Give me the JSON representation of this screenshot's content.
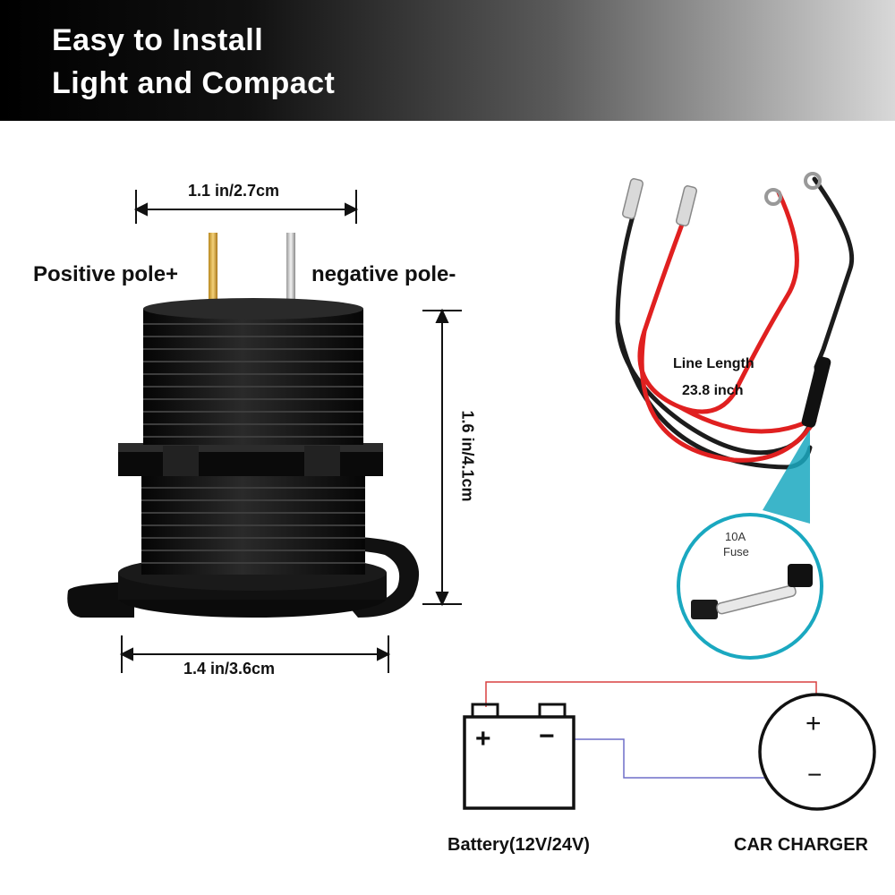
{
  "header": {
    "line1": "Easy to Install",
    "line2": "Light and Compact"
  },
  "socket": {
    "top_width_label": "1.1 in/2.7cm",
    "positive_label": "Positive pole+",
    "negative_label": "negative pole-",
    "height_label": "1.6 in/4.1cm",
    "base_width_label": "1.4 in/3.6cm"
  },
  "cable": {
    "line_length_label": "Line Length",
    "line_length_value": "23.8 inch",
    "fuse_rating": "10A",
    "fuse_label": "Fuse"
  },
  "wiring": {
    "battery_label": "Battery(12V/24V)",
    "charger_label": "CAR CHARGER",
    "battery_plus": "+",
    "battery_minus": "−",
    "charger_plus": "+",
    "charger_minus": "−"
  },
  "colors": {
    "positive_wire": "#e02020",
    "negative_wire": "#222222",
    "fuse_callout": "#1aa8c0"
  }
}
